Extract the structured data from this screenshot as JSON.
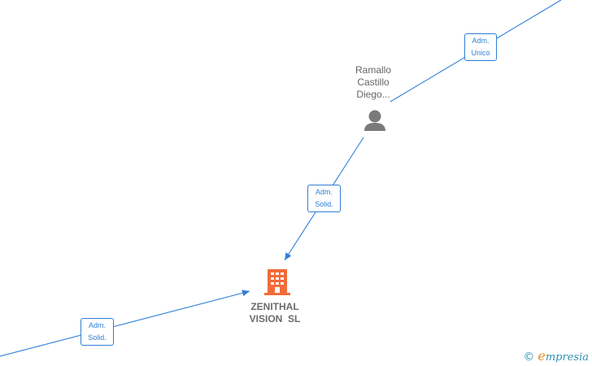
{
  "person": {
    "name_lines": [
      "Ramallo",
      "Castillo",
      "Diego..."
    ],
    "icon": "person-icon"
  },
  "company": {
    "name": "ZENITHAL\nVISION  SL",
    "icon": "building-icon",
    "icon_color": "#f26b3a"
  },
  "roles": {
    "top": [
      "Adm.",
      "Unico"
    ],
    "middle": [
      "Adm.",
      "Solid."
    ],
    "bottom": [
      "Adm.",
      "Solid."
    ]
  },
  "watermark": {
    "symbol": "©",
    "brand_initial": "e",
    "brand_rest": "mpresia"
  },
  "colors": {
    "edge": "#2f7fd8",
    "person_icon": "#7a7a7a",
    "company_text": "#6b6b6b"
  }
}
